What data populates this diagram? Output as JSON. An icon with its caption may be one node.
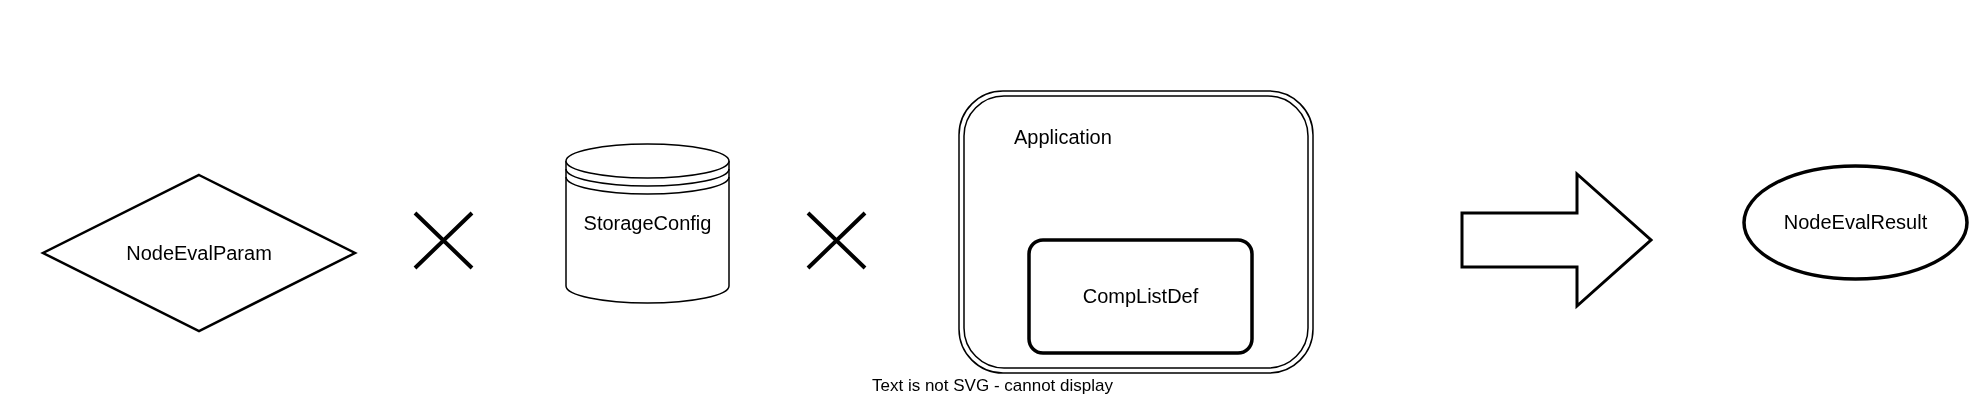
{
  "diagram": {
    "nodes": [
      {
        "text": [
          "NodeEvalParam"
        ]
      },
      {
        "text": [
          "StorageConfig"
        ]
      },
      {
        "text": [
          "Application"
        ]
      },
      {
        "text": [
          "CompListDef"
        ],
        "in": 2
      },
      {
        "text": [
          "NodeEvalResult"
        ]
      }
    ],
    "edges": [
      {
        "from": 2,
        "to": 4,
        "arrow": "to"
      }
    ],
    "labels": [
      "Text is not SVG - cannot display"
    ]
  }
}
